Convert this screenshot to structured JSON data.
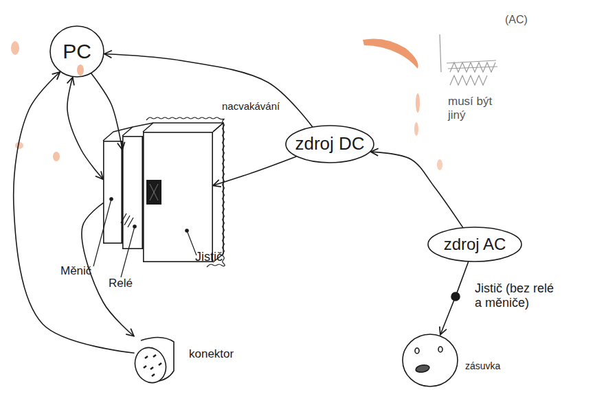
{
  "diagram": {
    "nodes": [
      {
        "text": [
          "PC"
        ]
      },
      {
        "text": [
          "nacvakávání"
        ]
      },
      {
        "text": [
          "Měnič"
        ],
        "in": 1
      },
      {
        "text": [
          "Relé"
        ],
        "in": 1
      },
      {
        "text": [
          "Jistič"
        ],
        "in": 1
      },
      {
        "text": [
          "zdroj DC"
        ]
      },
      {
        "text": [
          "zdroj AC"
        ]
      },
      {
        "text": [
          "Jistič (bez relé a měniče)"
        ]
      },
      {
        "text": [
          "konektor"
        ]
      },
      {
        "text": [
          "zásuvka"
        ]
      }
    ],
    "edges": [
      {
        "from": 5,
        "to": 0,
        "arrow": "to"
      },
      {
        "from": 0,
        "to": 2,
        "arrow": "both"
      },
      {
        "from": 0,
        "to": 3,
        "arrow": "to"
      },
      {
        "from": 5,
        "to": 4,
        "arrow": "to"
      },
      {
        "from": 6,
        "to": 5,
        "arrow": "to"
      },
      {
        "from": 6,
        "to": 7,
        "arrow": "none"
      },
      {
        "from": 7,
        "to": 9,
        "arrow": "to"
      },
      {
        "from": 2,
        "to": 8,
        "arrow": "to"
      },
      {
        "from": 8,
        "to": 0,
        "arrow": "to"
      }
    ],
    "labels": [
      "(AC)",
      "musí být jiný"
    ]
  }
}
